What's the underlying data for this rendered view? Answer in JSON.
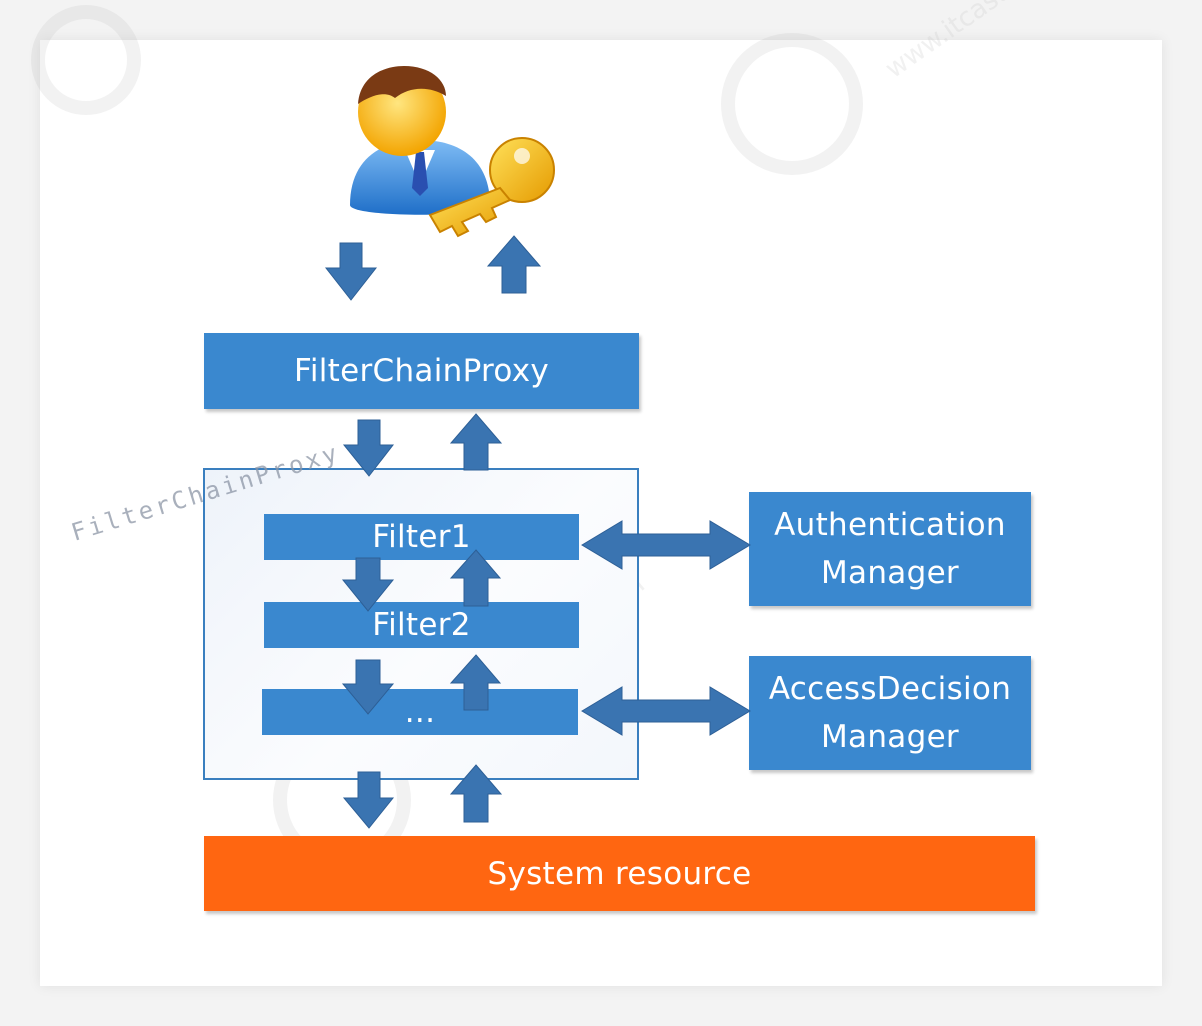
{
  "diagram": {
    "watermark_label": "FilterChainProxy",
    "filter_chain_proxy_label": "FilterChainProxy",
    "filters": [
      {
        "label": "Filter1"
      },
      {
        "label": "Filter2"
      },
      {
        "label": "..."
      }
    ],
    "authentication_manager": {
      "line1": "Authentication",
      "line2": "Manager"
    },
    "access_decision_manager": {
      "line1": "AccessDecision",
      "line2": "Manager"
    },
    "system_resource_label": "System resource",
    "background_watermark": "www.itcast.cn",
    "colors": {
      "box_blue": "#3a88cf",
      "arrow_blue": "#3a74b1",
      "system_orange": "#ff6611",
      "container_border": "#3a7fbf"
    },
    "icons": [
      "user-with-key-icon"
    ]
  }
}
